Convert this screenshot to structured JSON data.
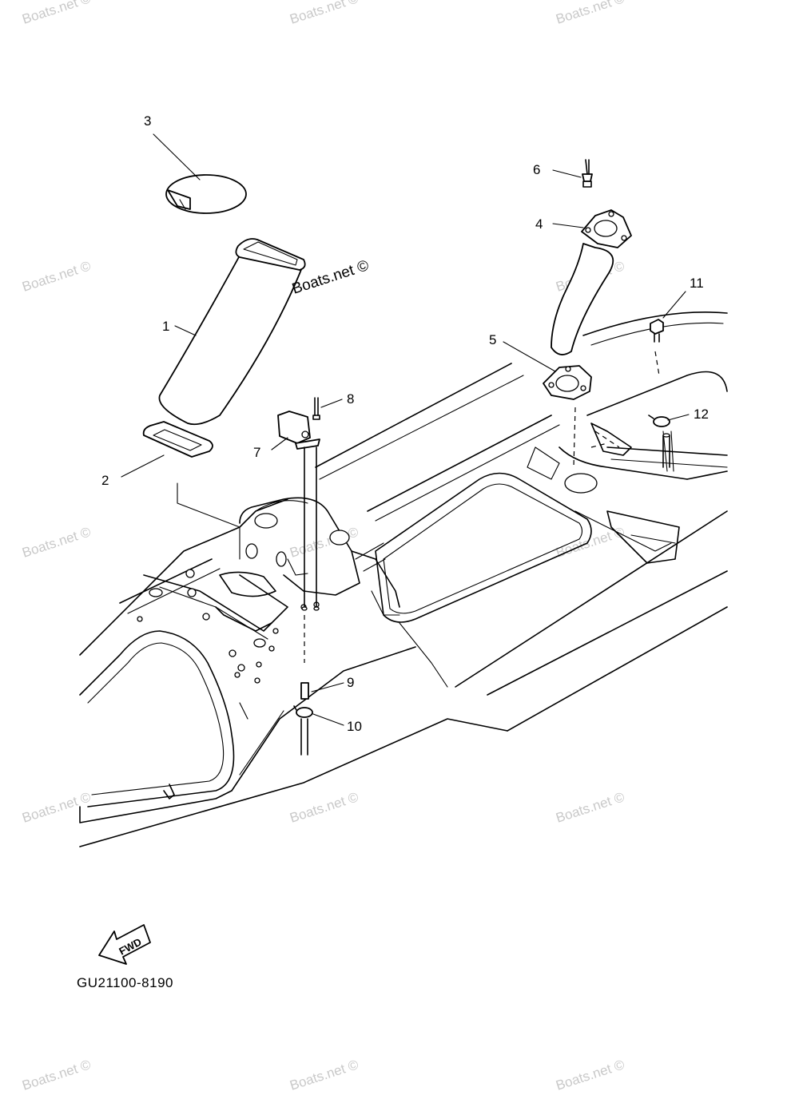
{
  "watermark": {
    "text": "Boats.net ©"
  },
  "callouts": [
    {
      "id": 1,
      "label": "1"
    },
    {
      "id": 2,
      "label": "2"
    },
    {
      "id": 3,
      "label": "3"
    },
    {
      "id": 4,
      "label": "4"
    },
    {
      "id": 5,
      "label": "5"
    },
    {
      "id": 6,
      "label": "6"
    },
    {
      "id": 7,
      "label": "7"
    },
    {
      "id": 8,
      "label": "8"
    },
    {
      "id": 9,
      "label": "9"
    },
    {
      "id": 10,
      "label": "10"
    },
    {
      "id": 11,
      "label": "11"
    },
    {
      "id": 12,
      "label": "12"
    }
  ],
  "direction_marker": {
    "label": "FWD"
  },
  "diagram_code": "GU21100-8190",
  "colors": {
    "line": "#000000",
    "background": "#ffffff",
    "watermark": "#c9c9c9"
  }
}
